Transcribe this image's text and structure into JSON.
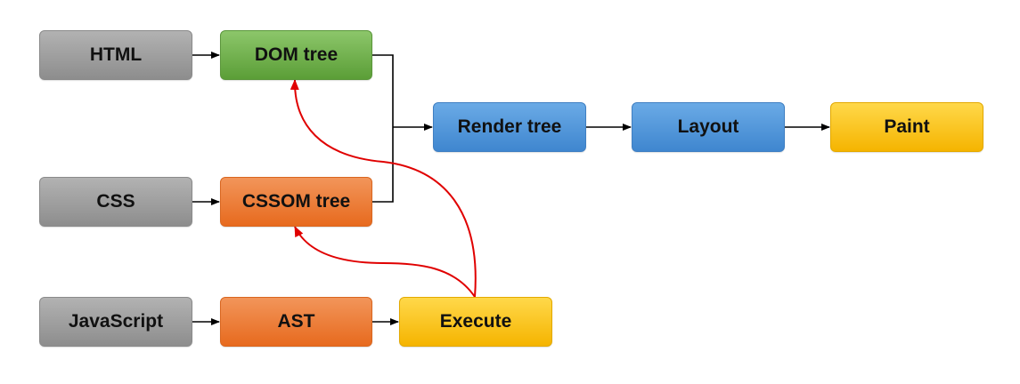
{
  "diagram": {
    "nodes": {
      "html": "HTML",
      "dom_tree": "DOM tree",
      "css": "CSS",
      "cssom_tree": "CSSOM tree",
      "javascript": "JavaScript",
      "ast": "AST",
      "execute": "Execute",
      "render_tree": "Render tree",
      "layout": "Layout",
      "paint": "Paint"
    },
    "colors": {
      "source": "#a0a0a0",
      "dom": "#70ad47",
      "cssom_ast": "#ed7d31",
      "render_layout": "#5b9bd5",
      "paint_execute": "#ffc000",
      "flow_arrow": "#000000",
      "js_mutation_arrow": "#e00000"
    }
  }
}
